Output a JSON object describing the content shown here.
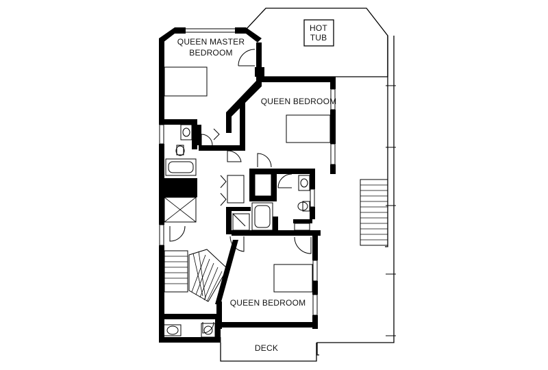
{
  "floor_plan": {
    "rooms": {
      "master": {
        "line1": "QUEEN MASTER",
        "line2": "BEDROOM"
      },
      "bedroom_upper": {
        "label": "QUEEN BEDROOM"
      },
      "bedroom_lower": {
        "label": "QUEEN BEDROOM"
      },
      "hot_tub": {
        "line1": "HOT",
        "line2": "TUB"
      },
      "deck": {
        "label": "DECK"
      }
    }
  }
}
